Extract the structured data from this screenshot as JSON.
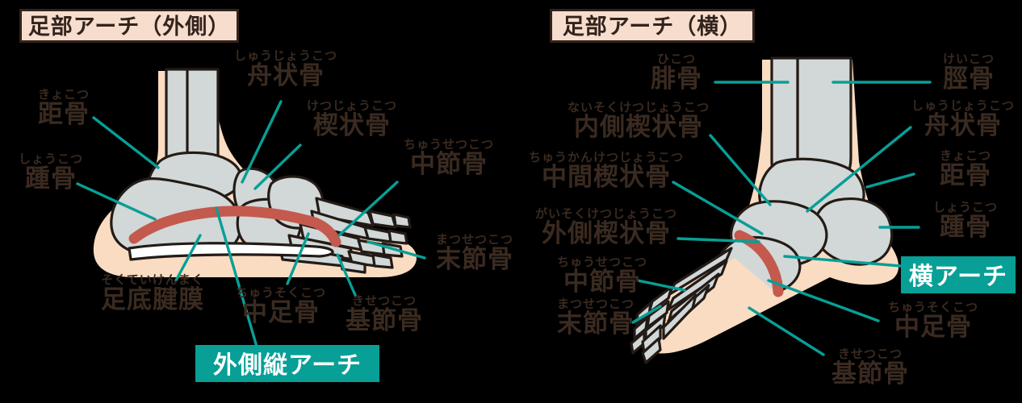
{
  "panels": [
    {
      "id": "lateral",
      "title": "足部アーチ（外側）",
      "badge": "外側縦アーチ",
      "labels": [
        {
          "furi": "きょこつ",
          "main": "距骨"
        },
        {
          "furi": "しょうこつ",
          "main": "踵骨"
        },
        {
          "furi": "しゅうじょうこつ",
          "main": "舟状骨"
        },
        {
          "furi": "けつじょうこつ",
          "main": "楔状骨"
        },
        {
          "furi": "ちゅうせつこつ",
          "main": "中節骨"
        },
        {
          "furi": "まつせつこつ",
          "main": "末節骨"
        },
        {
          "furi": "そくていけんまく",
          "main": "足底腱膜"
        },
        {
          "furi": "ちゅうそくこつ",
          "main": "中足骨"
        },
        {
          "furi": "きせつこつ",
          "main": "基節骨"
        }
      ]
    },
    {
      "id": "transverse",
      "title": "足部アーチ（横）",
      "badge": "横アーチ",
      "labels": [
        {
          "furi": "ひこつ",
          "main": "腓骨"
        },
        {
          "furi": "けいこつ",
          "main": "脛骨"
        },
        {
          "furi": "ないそくけつじょうこつ",
          "main": "内側楔状骨"
        },
        {
          "furi": "しゅうじょうこつ",
          "main": "舟状骨"
        },
        {
          "furi": "ちゅうかんけつじょうこつ",
          "main": "中間楔状骨"
        },
        {
          "furi": "きょこつ",
          "main": "距骨"
        },
        {
          "furi": "がいそくけつじょうこつ",
          "main": "外側楔状骨"
        },
        {
          "furi": "しょうこつ",
          "main": "踵骨"
        },
        {
          "furi": "ちゅうせつこつ",
          "main": "中節骨"
        },
        {
          "furi": "まつせつこつ",
          "main": "末節骨"
        },
        {
          "furi": "ちゅうそくこつ",
          "main": "中足骨"
        },
        {
          "furi": "きせつこつ",
          "main": "基節骨"
        }
      ]
    }
  ],
  "colors": {
    "background": "#000000",
    "title_fill": "#f7ddcd",
    "title_border": "#33231d",
    "badge_fill": "#079f96",
    "badge_text": "#ffffff",
    "label_text": "#3a2a20",
    "bone_fill": "#d2d7d7",
    "bone_outline": "#231b16",
    "skin_fill": "#fadcc2",
    "arch_red": "#c4594d",
    "leader_line": "#079f96"
  }
}
